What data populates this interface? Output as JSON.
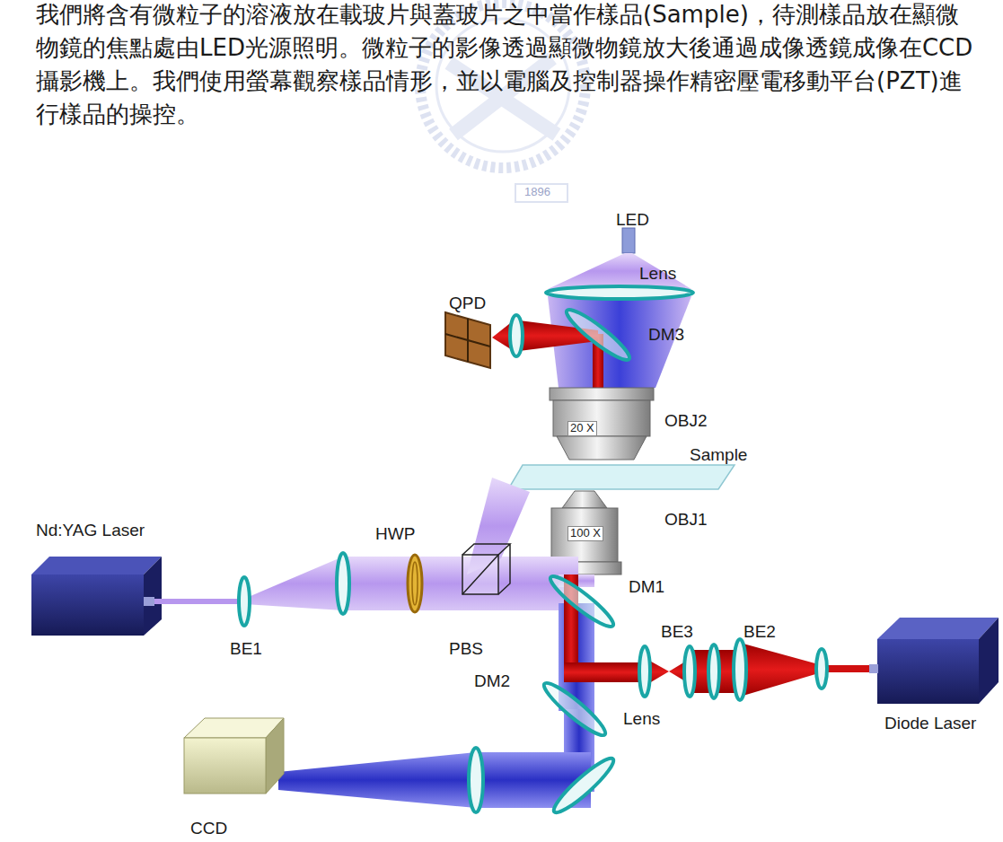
{
  "diagram": {
    "labels": [
      "我們將含有微粒子的溶液放在載玻片與蓋玻片之中當作樣品(Sample)，待測樣品放在顯微物鏡的焦點處由LED光源照明。微粒子的影像透過顯微物鏡放大後通過成像透鏡成像在CCD攝影機上。我們使用螢幕觀察樣品情形，並以電腦及控制器操作精密壓電移動平台(PZT)進行樣品的操控。",
      "1896",
      "LED",
      "Lens",
      "QPD",
      "DM3",
      "20 X",
      "OBJ2",
      "Sample",
      "HWP",
      "100 X",
      "OBJ1",
      "Nd:YAG Laser",
      "DM1",
      "BE1",
      "PBS",
      "BE3",
      "BE2",
      "DM2",
      "Lens",
      "Diode Laser",
      "CCD"
    ]
  }
}
